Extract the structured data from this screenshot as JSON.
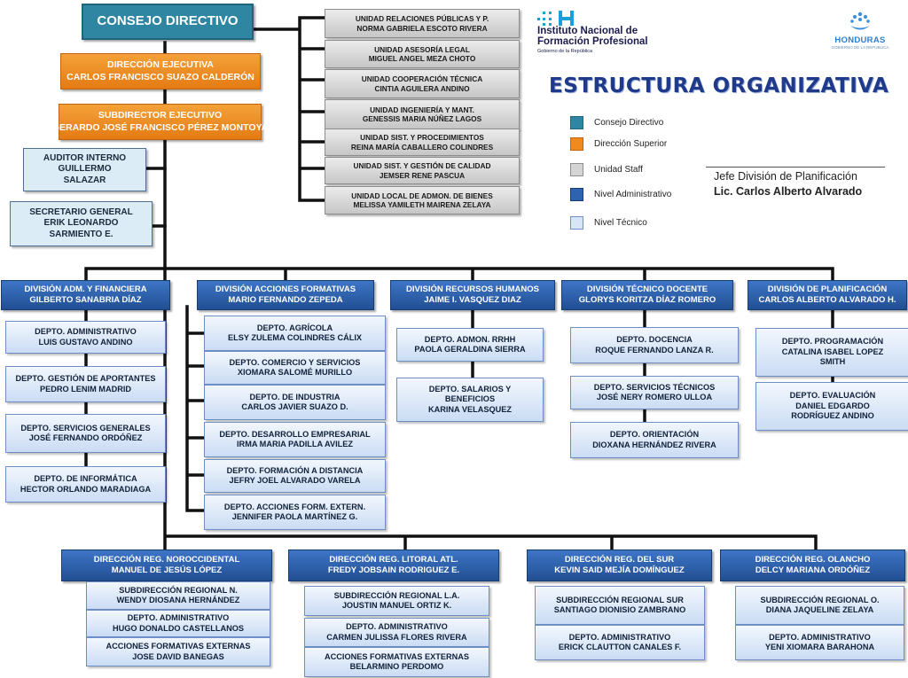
{
  "header": {
    "logo_line1": "Instituto Nacional de",
    "logo_line2": "Formación Profesional",
    "logo_line3": "Gobierno de la República",
    "country_logo_text": "HONDURAS",
    "country_logo_sub": "GOBIERNO DE LA REPÚBLICA",
    "title": "ESTRUCTURA ORGANIZATIVA"
  },
  "legend": [
    {
      "label": "Consejo Directivo",
      "color": "#2f86a3"
    },
    {
      "label": "Dirección Superior",
      "color": "#f08a1e"
    },
    {
      "label": "Unidad Staff",
      "color": "#d4d4d4"
    },
    {
      "label": "Nivel Administrativo",
      "color": "#2e63b0"
    },
    {
      "label": "Nivel Técnico",
      "color": "#d7e5f7"
    }
  ],
  "signature": {
    "role": "Jefe División de Planificación",
    "name": "Lic. Carlos Alberto Alvarado"
  },
  "top": {
    "consejo": [
      "CONSEJO DIRECTIVO"
    ],
    "direccion": [
      "DIRECCIÓN EJECUTIVA",
      "CARLOS FRANCISCO SUAZO CALDERÓN"
    ],
    "subdireccion": [
      "SUBDIRECTOR EJECUTIVO",
      "GERARDO JOSÉ FRANCISCO PÉREZ MONTOYA"
    ],
    "auditor": [
      "AUDITOR INTERNO",
      "GUILLERMO",
      "SALAZAR"
    ],
    "secretario": [
      "SECRETARIO GENERAL",
      "ERIK LEONARDO",
      "SARMIENTO E."
    ]
  },
  "staff": [
    [
      "UNIDAD RELACIONES PÚBLICAS Y P.",
      "NORMA GABRIELA ESCOTO RIVERA"
    ],
    [
      "UNIDAD ASESORÍA LEGAL",
      "MIGUEL ANGEL MEZA CHOTO"
    ],
    [
      "UNIDAD COOPERACIÓN TÉCNICA",
      "CINTIA AGUILERA ANDINO"
    ],
    [
      "UNIDAD INGENIERÍA Y MANT.",
      "GENESSIS MARIA NÚÑEZ LAGOS"
    ],
    [
      "UNIDAD SIST. Y PROCEDIMIENTOS",
      "REINA MARÍA CABALLERO COLINDRES"
    ],
    [
      "UNIDAD SIST. Y  GESTIÓN DE CALIDAD",
      "JEMSER RENE PASCUA"
    ],
    [
      "UNIDAD LOCAL DE ADMON. DE BIENES",
      "MELISSA YAMILETH MAIRENA ZELAYA"
    ]
  ],
  "divisions": [
    {
      "head": [
        "DIVISIÓN ADM. Y FINANCIERA",
        "GILBERTO SANABRIA DÍAZ"
      ],
      "depts": [
        [
          "DEPTO. ADMINISTRATIVO",
          "LUIS  GUSTAVO ANDINO"
        ],
        [
          "DEPTO. GESTIÓN DE APORTANTES",
          "PEDRO LENIM MADRID"
        ],
        [
          "DEPTO. SERVICIOS GENERALES",
          "JOSÉ FERNANDO ORDÓÑEZ"
        ],
        [
          "DEPTO. DE INFORMÁTICA",
          "HECTOR ORLANDO MARADIAGA"
        ]
      ]
    },
    {
      "head": [
        "DIVISIÓN ACCIONES FORMATIVAS",
        "MARIO FERNANDO ZEPEDA"
      ],
      "depts": [
        [
          "DEPTO. AGRÍCOLA",
          "ELSY ZULEMA COLINDRES CÁLIX"
        ],
        [
          "DEPTO. COMERCIO Y SERVICIOS",
          "XIOMARA SALOMÉ MURILLO"
        ],
        [
          "DEPTO.  DE INDUSTRIA",
          "CARLOS JAVIER SUAZO  D."
        ],
        [
          "DEPTO.  DESARROLLO EMPRESARIAL",
          "IRMA MARIA PADILLA AVILEZ"
        ],
        [
          "DEPTO. FORMACIÓN A DISTANCIA",
          "JEFRY JOEL ALVARADO VARELA"
        ],
        [
          "DEPTO. ACCIONES FORM. EXTERN.",
          "JENNIFER PAOLA MARTÍNEZ G."
        ]
      ]
    },
    {
      "head": [
        "DIVISIÓN RECURSOS HUMANOS",
        "JAIME I. VASQUEZ DIAZ"
      ],
      "depts": [
        [
          "DEPTO. ADMON. RRHH",
          "PAOLA GERALDINA SIERRA"
        ],
        [
          "DEPTO. SALARIOS Y",
          "BENEFICIOS",
          "KARINA VELASQUEZ"
        ]
      ]
    },
    {
      "head": [
        "DIVISIÓN TÉCNICO DOCENTE",
        "GLORYS KORITZA DÍAZ  ROMERO"
      ],
      "depts": [
        [
          "DEPTO. DOCENCIA",
          "ROQUE FERNANDO LANZA R."
        ],
        [
          "DEPTO.  SERVICIOS TÉCNICOS",
          "JOSÉ NERY ROMERO ULLOA"
        ],
        [
          "DEPTO. ORIENTACIÓN",
          "DIOXANA HERNÁNDEZ RIVERA"
        ]
      ]
    },
    {
      "head": [
        "DIVISIÓN DE PLANIFICACIÓN",
        "CARLOS ALBERTO ALVARADO H."
      ],
      "depts": [
        [
          "DEPTO. PROGRAMACIÓN",
          "CATALINA ISABEL  LOPEZ",
          "SMITH"
        ],
        [
          "DEPTO. EVALUACIÓN",
          "DANIEL EDGARDO",
          "RODRÍGUEZ ANDINO"
        ]
      ]
    }
  ],
  "regions": [
    {
      "head": [
        "DIRECCIÓN REG. NOROCCIDENTAL",
        "MANUEL DE JESÚS LÓPEZ"
      ],
      "units": [
        [
          "SUBDIRECCIÓN REGIONAL N.",
          "WENDY DIOSANA HERNÁNDEZ"
        ],
        [
          "DEPTO. ADMINISTRATIVO",
          "HUGO DONALDO CASTELLANOS"
        ],
        [
          "ACCIONES FORMATIVAS EXTERNAS",
          "JOSE DAVID BANEGAS"
        ]
      ]
    },
    {
      "head": [
        "DIRECCIÓN REG. LITORAL ATL.",
        "FREDY JOBSAIN RODRIGUEZ E."
      ],
      "units": [
        [
          "SUBDIRECCIÓN REGIONAL L.A.",
          "JOUSTIN MANUEL ORTIZ K."
        ],
        [
          "DEPTO. ADMINISTRATIVO",
          "CARMEN  JULISSA FLORES RIVERA"
        ],
        [
          "ACCIONES FORMATIVAS EXTERNAS",
          "BELARMINO PERDOMO"
        ]
      ]
    },
    {
      "head": [
        "DIRECCIÓN REG. DEL SUR",
        "KEVIN SAID MEJÍA DOMÍNGUEZ"
      ],
      "units": [
        [
          "SUBDIRECCIÓN REGIONAL SUR",
          "SANTIAGO DIONISIO ZAMBRANO"
        ],
        [
          "DEPTO. ADMINISTRATIVO",
          "ERICK CLAUTTON CANALES F."
        ]
      ]
    },
    {
      "head": [
        "DIRECCIÓN REG. OLANCHO",
        "DELCY MARIANA ORDÓÑEZ"
      ],
      "units": [
        [
          "SUBDIRECCIÓN REGIONAL O.",
          "DIANA JAQUELINE ZELAYA"
        ],
        [
          "DEPTO. ADMINISTRATIVO",
          "YENI XIOMARA BARAHONA"
        ]
      ]
    }
  ]
}
